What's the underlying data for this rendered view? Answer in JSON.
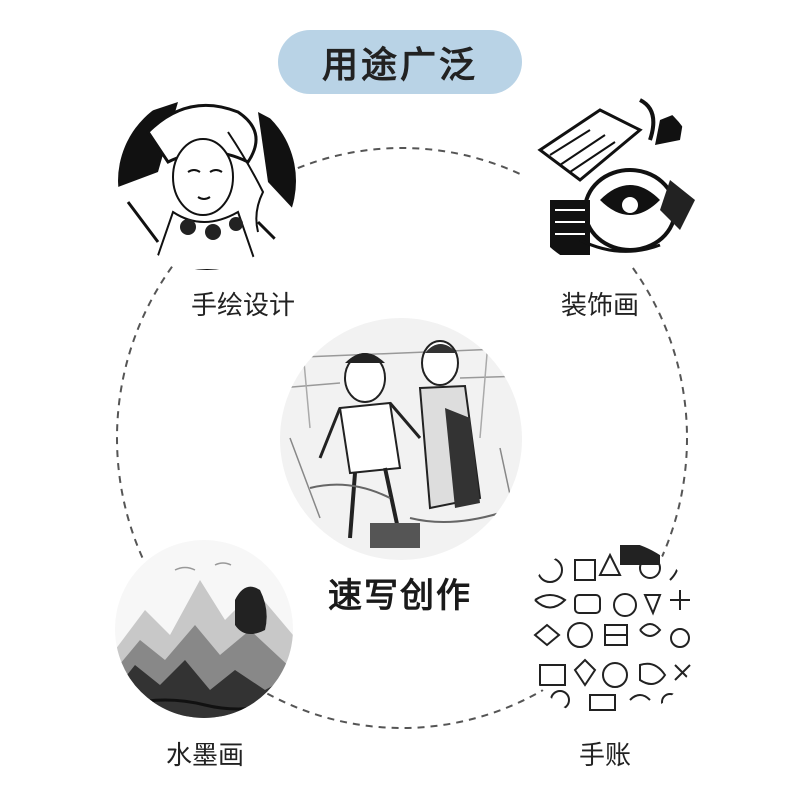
{
  "title": "用途广泛",
  "center": {
    "label": "速写创作",
    "icon": "sketch-figures-art"
  },
  "items": [
    {
      "label": "手绘设计",
      "icon": "portrait-illustration-art"
    },
    {
      "label": "装饰画",
      "icon": "still-life-ink-art"
    },
    {
      "label": "水墨画",
      "icon": "ink-mountain-landscape-art"
    },
    {
      "label": "手账",
      "icon": "doodle-pattern-art"
    }
  ],
  "colors": {
    "pill": "#b9d3e6",
    "ring": "#555555",
    "text": "#222222"
  }
}
